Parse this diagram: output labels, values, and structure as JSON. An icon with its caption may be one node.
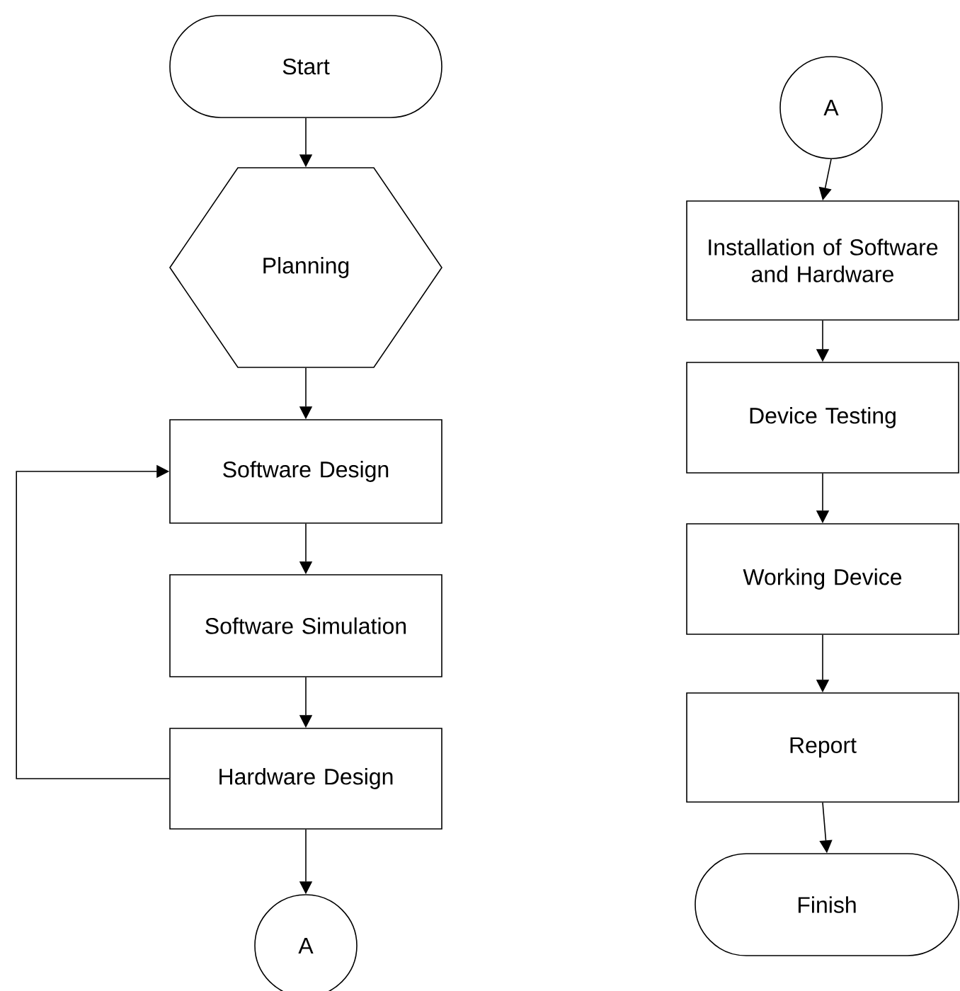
{
  "diagram": {
    "nodes": [
      {
        "text": [
          "Start"
        ]
      },
      {
        "text": [
          "Planning"
        ]
      },
      {
        "text": [
          "Software Design"
        ]
      },
      {
        "text": [
          "Software Simulation"
        ]
      },
      {
        "text": [
          "Hardware Design"
        ]
      },
      {
        "text": [
          "A"
        ]
      },
      {
        "text": [
          "A"
        ]
      },
      {
        "text": [
          "Installation of Software and Hardware"
        ]
      },
      {
        "text": [
          "Device Testing"
        ]
      },
      {
        "text": [
          "Working Device"
        ]
      },
      {
        "text": [
          "Report"
        ]
      },
      {
        "text": [
          "Finish"
        ]
      }
    ],
    "edges": [
      {
        "from": 0,
        "to": 1,
        "arrow": "to"
      },
      {
        "from": 1,
        "to": 2,
        "arrow": "to"
      },
      {
        "from": 2,
        "to": 3,
        "arrow": "to"
      },
      {
        "from": 3,
        "to": 4,
        "arrow": "to"
      },
      {
        "from": 4,
        "to": 2,
        "arrow": "to"
      },
      {
        "from": 4,
        "to": 5,
        "arrow": "to"
      },
      {
        "from": 6,
        "to": 7,
        "arrow": "to"
      },
      {
        "from": 7,
        "to": 8,
        "arrow": "to"
      },
      {
        "from": 8,
        "to": 9,
        "arrow": "to"
      },
      {
        "from": 9,
        "to": 10,
        "arrow": "to"
      },
      {
        "from": 10,
        "to": 11,
        "arrow": "to"
      }
    ]
  }
}
